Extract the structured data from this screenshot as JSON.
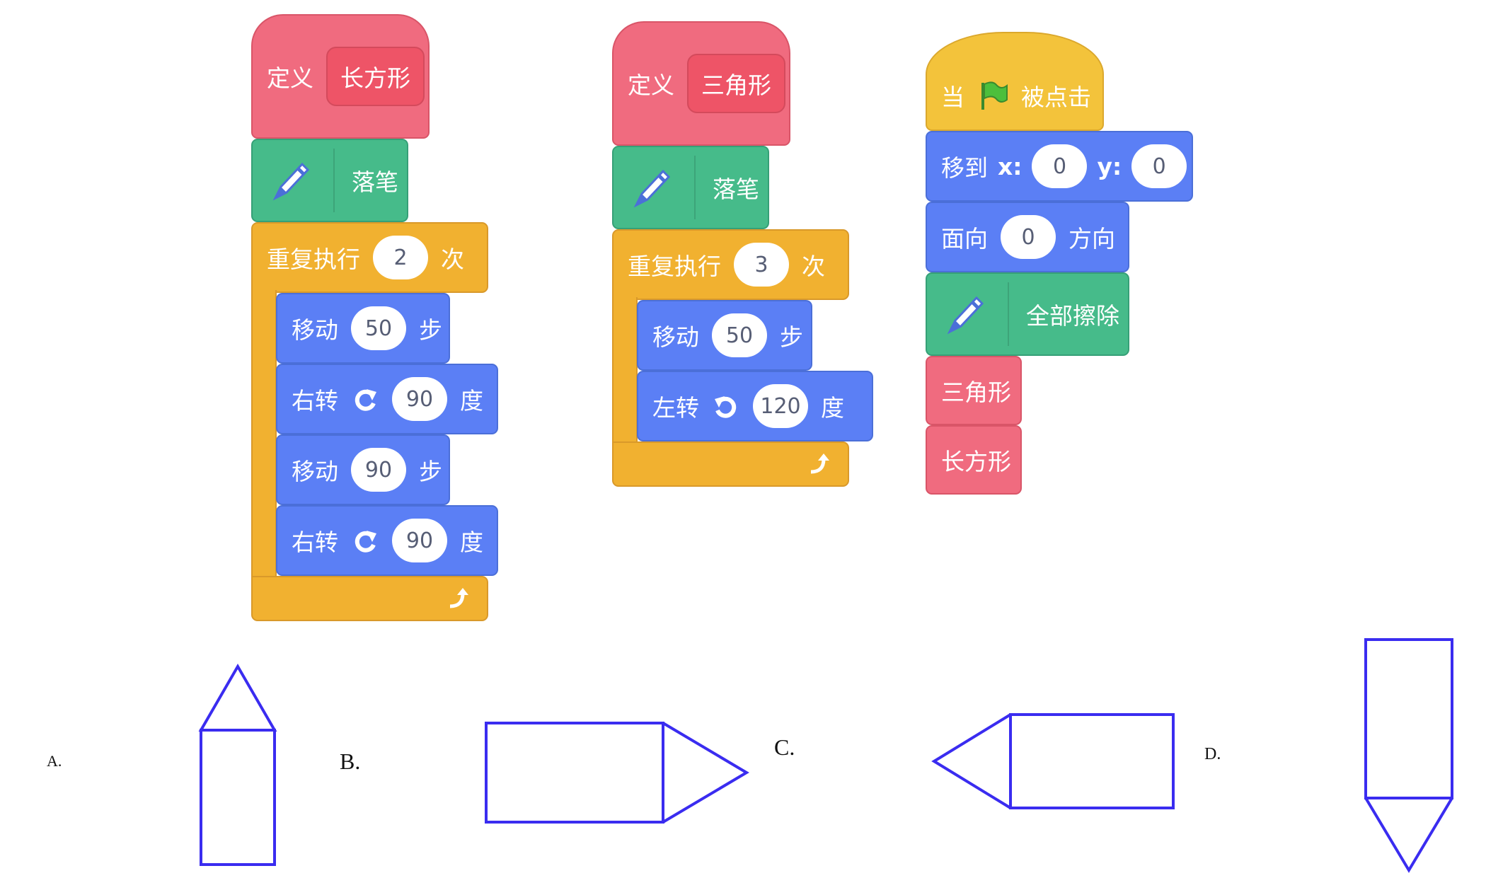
{
  "script_rect": {
    "define_label": "定义",
    "proc_name": "长方形",
    "pen_down": "落笔",
    "repeat_label": "重复执行",
    "repeat_count": "2",
    "repeat_suffix": "次",
    "steps": [
      {
        "pre": "移动",
        "value": "50",
        "post": "步"
      },
      {
        "pre": "右转",
        "value": "90",
        "post": "度"
      },
      {
        "pre": "移动",
        "value": "90",
        "post": "步"
      },
      {
        "pre": "右转",
        "value": "90",
        "post": "度"
      }
    ]
  },
  "script_tri": {
    "define_label": "定义",
    "proc_name": "三角形",
    "pen_down": "落笔",
    "repeat_label": "重复执行",
    "repeat_count": "3",
    "repeat_suffix": "次",
    "steps": [
      {
        "pre": "移动",
        "value": "50",
        "post": "步"
      },
      {
        "pre": "左转",
        "value": "120",
        "post": "度"
      }
    ]
  },
  "script_main": {
    "hat_pre": "当",
    "hat_post": "被点击",
    "goto_label": "移到",
    "x_label": "x:",
    "x_value": "0",
    "y_label": "y:",
    "y_value": "0",
    "point_label": "面向",
    "point_value": "0",
    "point_suffix": "方向",
    "clear_label": "全部擦除",
    "call_1": "三角形",
    "call_2": "长方形"
  },
  "options": [
    {
      "label": "A."
    },
    {
      "label": "B."
    },
    {
      "label": "C."
    },
    {
      "label": "D."
    }
  ],
  "colors": {
    "motion": "#5b7ff5",
    "control": "#f1b130",
    "my_blocks": "#f06b7f",
    "pen": "#46bb8a",
    "events": "#f3c33b",
    "drawing_stroke": "#3a2cf0"
  },
  "icons": [
    "pen-icon",
    "green-flag-icon",
    "turn-right-icon",
    "turn-left-icon",
    "loop-arrow-icon"
  ]
}
